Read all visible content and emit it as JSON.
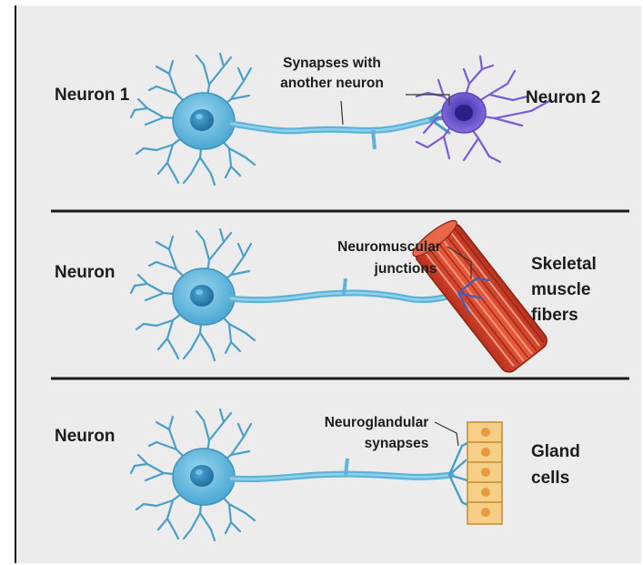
{
  "panels": [
    {
      "neuron_label": "Neuron 1",
      "connection_label_lines": [
        "Synapses with",
        "another neuron"
      ],
      "target_label_lines": [
        "Neuron 2"
      ]
    },
    {
      "neuron_label": "Neuron",
      "connection_label_lines": [
        "Neuromuscular",
        "junctions"
      ],
      "target_label_lines": [
        "Skeletal",
        "muscle",
        "fibers"
      ]
    },
    {
      "neuron_label": "Neuron",
      "connection_label_lines": [
        "Neuroglandular",
        "synapses"
      ],
      "target_label_lines": [
        "Gland",
        "cells"
      ]
    }
  ],
  "colors": {
    "background": "#ececec",
    "neuron_blue": "#5fb3d6",
    "neuron_dark": "#2f7ea8",
    "nucleus": "#2a86b8",
    "neuron2_purple": "#7a5cd6",
    "muscle_red": "#d9442c",
    "gland_orange": "#f0b060",
    "divider": "#1a1a1a"
  }
}
